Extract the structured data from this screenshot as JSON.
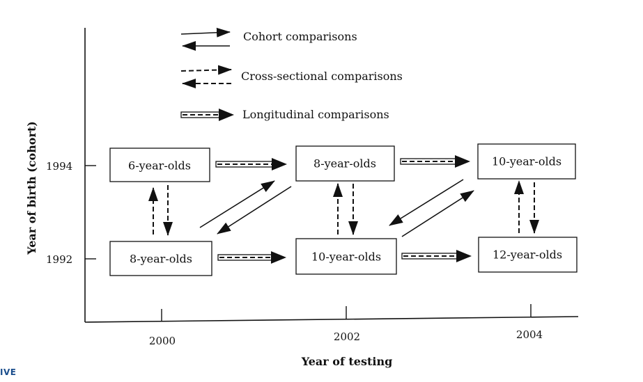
{
  "legend": {
    "cohort": "Cohort comparisons",
    "cross_sectional": "Cross-sectional comparisons",
    "longitudinal": "Longitudinal comparisons"
  },
  "axes": {
    "ylabel": "Year of birth (cohort)",
    "xlabel": "Year of testing",
    "y_ticks": [
      "1994",
      "1992"
    ],
    "x_ticks": [
      "2000",
      "2002",
      "2004"
    ]
  },
  "boxes": {
    "b1994_2000": "6-year-olds",
    "b1994_2002": "8-year-olds",
    "b1994_2004": "10-year-olds",
    "b1992_2000": "8-year-olds",
    "b1992_2002": "10-year-olds",
    "b1992_2004": "12-year-olds"
  },
  "footer": "IVE"
}
